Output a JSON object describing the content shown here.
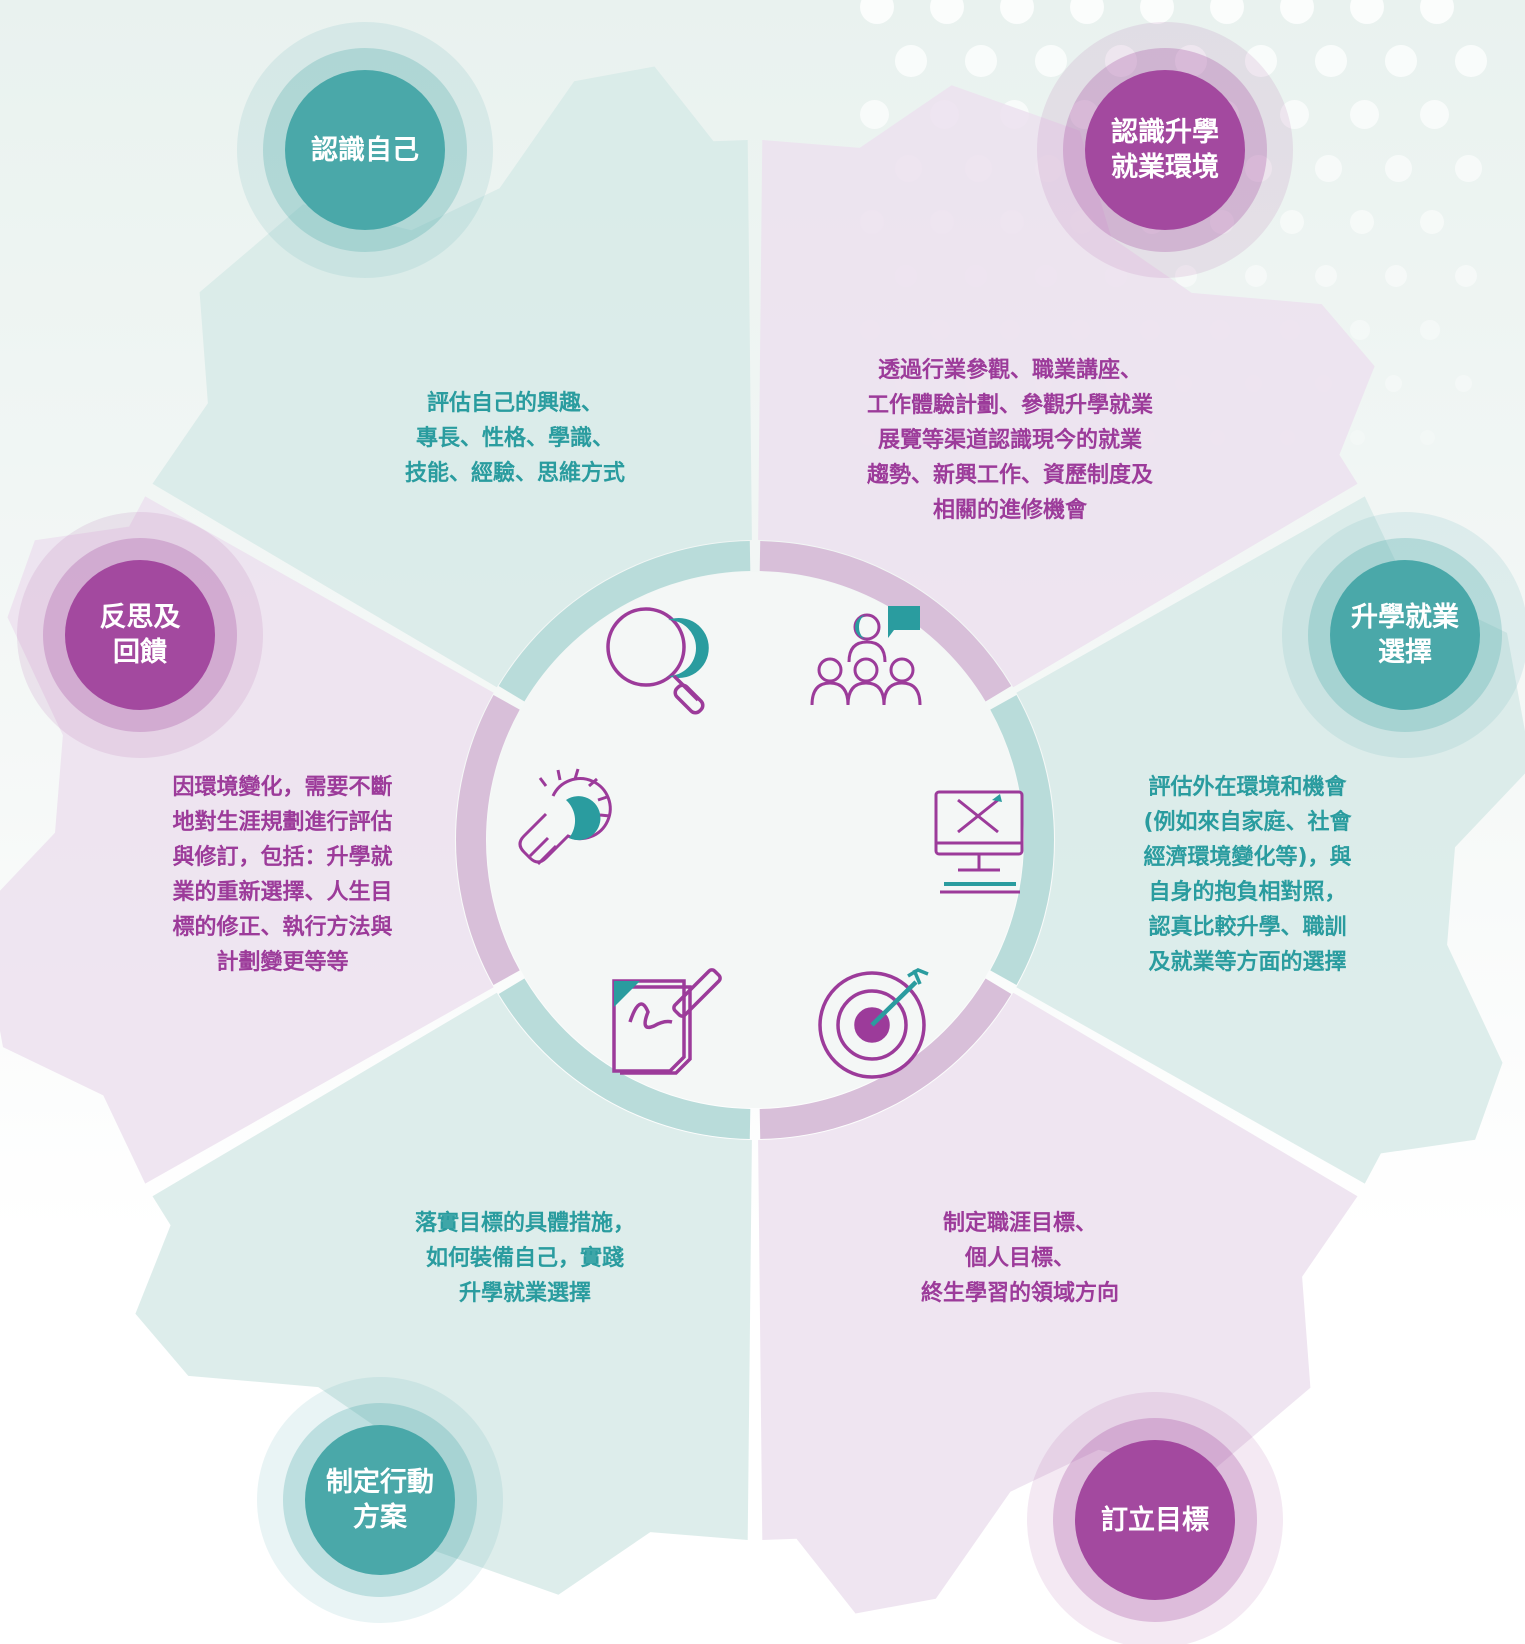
{
  "palette": {
    "teal": "#4aa8a9",
    "purple": "#a3499f",
    "teal_text": "#2a9c9f",
    "purple_text": "#9c3b9a",
    "teal_light": "#d7eae8",
    "purple_light": "#ece1ee"
  },
  "stages": [
    {
      "id": "self",
      "badge": "認識自己",
      "color": "teal",
      "description": "評估自己的興趣、\n專長、性格、學識、\n技能、經驗、思維方式",
      "icon": "magnifier-icon"
    },
    {
      "id": "environment",
      "badge": "認識升學\n就業環境",
      "color": "purple",
      "description": "透過行業參觀、職業講座、\n工作體驗計劃、參觀升學就業\n展覽等渠道認識現今的就業\n趨勢、新興工作、資歷制度及\n相關的進修機會",
      "icon": "audience-speaker-icon"
    },
    {
      "id": "choice",
      "badge": "升學就業\n選擇",
      "color": "teal",
      "description": "評估外在環境和機會\n(例如來自家庭、社會\n經濟環境變化等)，與\n自身的抱負相對照，\n認真比較升學、職訓\n及就業等方面的選擇",
      "icon": "computer-design-icon"
    },
    {
      "id": "goal",
      "badge": "訂立目標",
      "color": "purple",
      "description": "制定職涯目標、\n個人目標、\n終生學習的領域方向",
      "icon": "target-icon"
    },
    {
      "id": "action",
      "badge": "制定行動\n方案",
      "color": "teal",
      "description": "落實目標的具體措施，\n如何裝備自己，實踐\n升學就業選擇",
      "icon": "notepad-pen-icon"
    },
    {
      "id": "reflect",
      "badge": "反思及\n回饋",
      "color": "purple",
      "description": "因環境變化，需要不斷\n地對生涯規劃進行評估\n與修訂，包括：升學就\n業的重新選擇、人生目\n標的修正、執行方法與\n計劃變更等等",
      "icon": "lightbulb-icon"
    }
  ]
}
